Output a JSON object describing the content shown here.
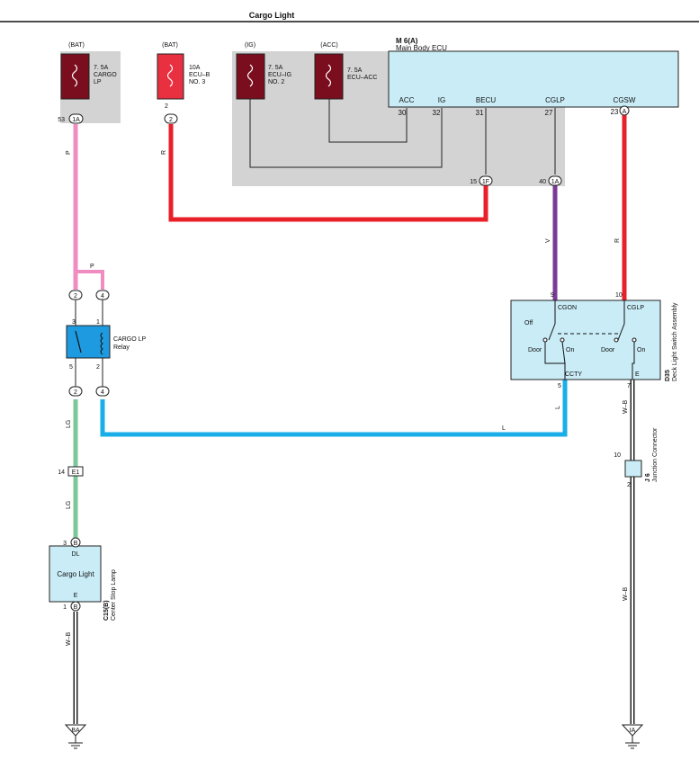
{
  "title": "Cargo Light",
  "colors": {
    "pink": "#f08cc0",
    "red": "#e8202a",
    "purple": "#7a3a9a",
    "blue": "#1aaee8",
    "green": "#7cc89a",
    "black": "#222222",
    "fuse_dark": "#7a0e1e",
    "fuse_bright": "#e83040",
    "ecu_fill": "#c9ecf6",
    "panel_gray": "#d3d3d3"
  },
  "fuses": {
    "cargo": {
      "source": "(BAT)",
      "line1": "7. 5A",
      "line2": "CARGO",
      "line3": "LP"
    },
    "ecub": {
      "source": "(BAT)",
      "line1": "10A",
      "line2": "ECU–B",
      "line3": "NO. 3"
    },
    "ecuig": {
      "source": "(IG)",
      "line1": "7. 5A",
      "line2": "ECU–IG",
      "line3": "NO. 2"
    },
    "ecuacc": {
      "source": "(ACC)",
      "line1": "7. 5A",
      "line2": "ECU–ACC"
    }
  },
  "ecu": {
    "code": "M 6(A)",
    "name": "Main Body ECU",
    "pins": [
      {
        "name": "ACC",
        "num": "30"
      },
      {
        "name": "IG",
        "num": "32"
      },
      {
        "name": "BECU",
        "num": "31"
      },
      {
        "name": "CGLP",
        "num": "27"
      },
      {
        "name": "CGSW",
        "num": "23"
      }
    ],
    "cgsw_conn": "A"
  },
  "connectors": {
    "c53": {
      "num": "53",
      "label": "1A"
    },
    "c2": {
      "num": "2",
      "label": "2"
    },
    "c15": {
      "num": "15",
      "label": "1F"
    },
    "c40": {
      "num": "40",
      "label": "1A"
    },
    "relay_in_left": "2",
    "relay_in_right": "4",
    "relay_out_left": "2",
    "relay_out_right": "4",
    "e1_num": "14",
    "e1_label": "E1"
  },
  "wire_labels": {
    "p1": "P",
    "r1": "R",
    "p2": "P",
    "v": "V",
    "r2": "R",
    "lg1": "LG",
    "lg2": "LG",
    "l1": "L",
    "l2": "L",
    "wb1": "W–B",
    "wb2": "W–B",
    "wb3": "W–B"
  },
  "relay": {
    "name1": "CARGO LP",
    "name2": "Relay",
    "pin_tl": "3",
    "pin_tr": "1",
    "pin_bl": "5",
    "pin_br": "2"
  },
  "switch_asm": {
    "code": "D35",
    "name": "Deck Light Switch Assembly",
    "pin_cgon_num": "9",
    "pin_cglp_num": "10",
    "cgon": "CGON",
    "cglp": "CGLP",
    "off": "Off",
    "door1": "Door",
    "on1": "On",
    "door2": "Door",
    "on2": "On",
    "ccty": "CCTY",
    "e": "E",
    "pin_ccty_num": "5",
    "pin_e_num": "7"
  },
  "junction": {
    "code": "J 6",
    "name": "Junction Connector",
    "pin_top": "10",
    "pin_bottom": "2"
  },
  "lamp": {
    "code": "C15(B)",
    "name": "Center Stop Lamp",
    "label": "Cargo Light",
    "dl": "DL",
    "e": "E",
    "pin_top": "3",
    "pin_bottom": "1",
    "conn": "B"
  },
  "grounds": {
    "left": "BA",
    "right": "IA"
  }
}
